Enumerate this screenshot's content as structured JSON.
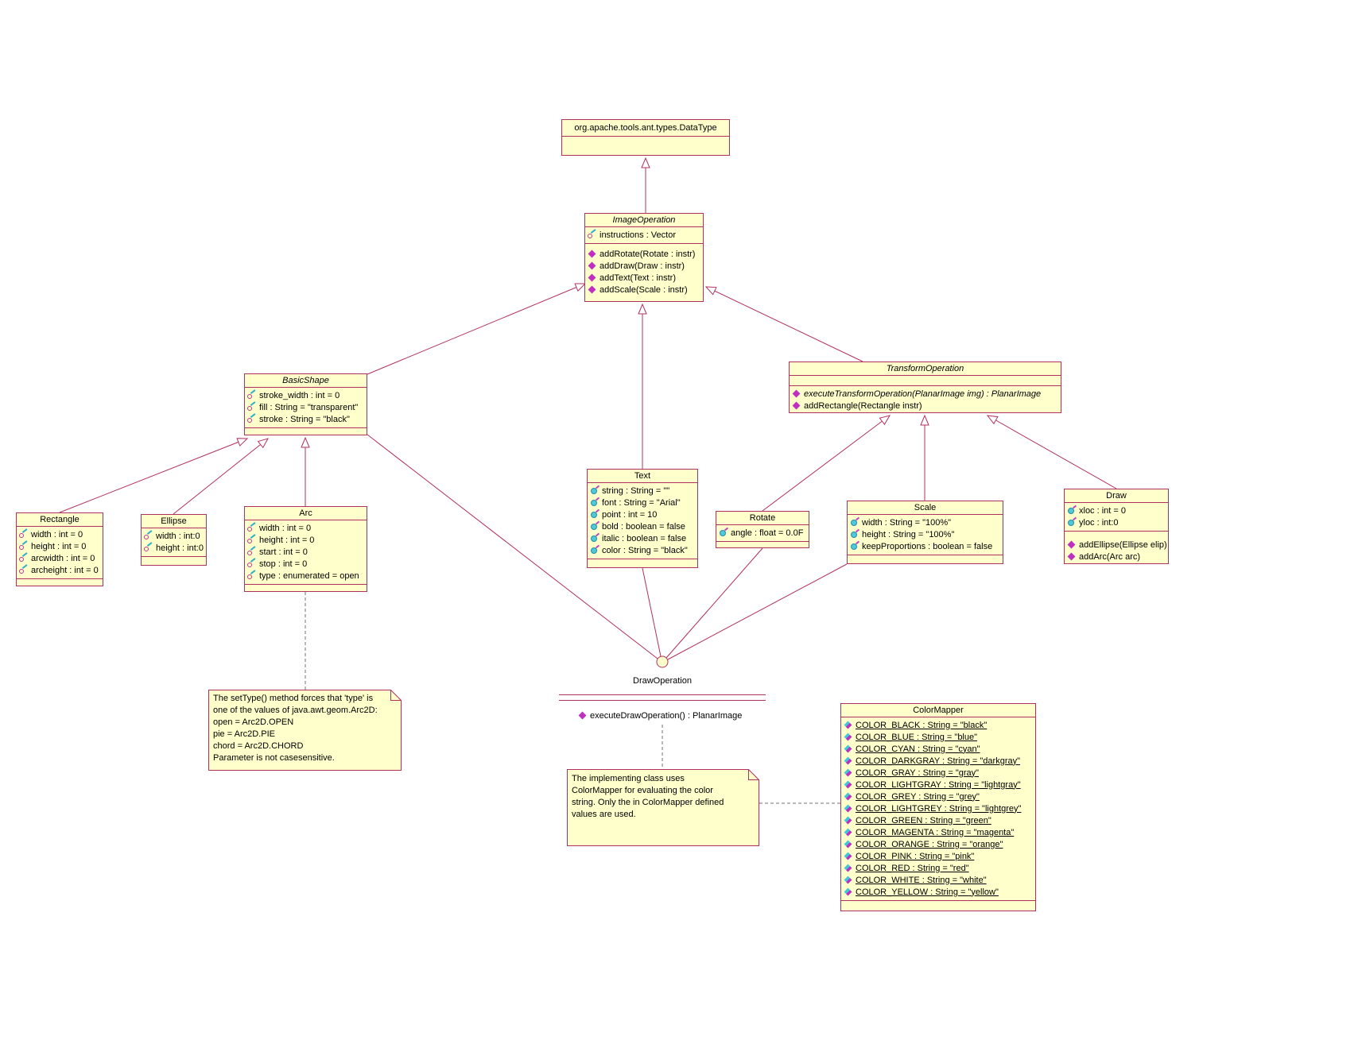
{
  "diagram": {
    "colors": {
      "box_fill": "#ffffcc",
      "line": "#b03060",
      "method_icon": "#c030c0",
      "attr_key_icon": "#c43099",
      "attr_ball_icon": "#50c8d8"
    },
    "classes": {
      "datatype": {
        "title": "org.apache.tools.ant.types.DataType"
      },
      "image_operation": {
        "title": "ImageOperation",
        "attrs": [
          "instructions : Vector"
        ],
        "methods": [
          "addRotate(Rotate : instr)",
          "addDraw(Draw : instr)",
          "addText(Text : instr)",
          "addScale(Scale : instr)"
        ]
      },
      "basic_shape": {
        "title": "BasicShape",
        "attrs": [
          "stroke_width : int = 0",
          "fill : String = \"transparent\"",
          "stroke : String = \"black\""
        ]
      },
      "transform_operation": {
        "title": "TransformOperation",
        "methods": [
          "executeTransformOperation(PlanarImage img) : PlanarImage",
          "addRectangle(Rectangle instr)"
        ]
      },
      "rectangle": {
        "title": "Rectangle",
        "attrs": [
          "width : int = 0",
          "height : int = 0",
          "arcwidth : int = 0",
          "archeight : int = 0"
        ]
      },
      "ellipse": {
        "title": "Ellipse",
        "attrs": [
          "width : int:0",
          "height : int:0"
        ]
      },
      "arc": {
        "title": "Arc",
        "attrs": [
          "width : int = 0",
          "height : int = 0",
          "start : int = 0",
          "stop : int = 0",
          "type : enumerated = open"
        ]
      },
      "text": {
        "title": "Text",
        "attrs": [
          "string : String = \"\"",
          "font : String = \"Arial\"",
          "point : int = 10",
          "bold : boolean = false",
          "italic : boolean = false",
          "color : String = \"black\""
        ]
      },
      "rotate": {
        "title": "Rotate",
        "attrs": [
          "angle : float = 0.0F"
        ]
      },
      "scale": {
        "title": "Scale",
        "attrs": [
          "width : String = \"100%\"",
          "height : String = \"100%\"",
          "keepProportions : boolean = false"
        ]
      },
      "draw": {
        "title": "Draw",
        "attrs": [
          "xloc : int = 0",
          "yloc : int:0"
        ],
        "methods": [
          "addEllipse(Ellipse elip)",
          "addArc(Arc arc)"
        ]
      },
      "color_mapper": {
        "title": "ColorMapper",
        "attrs": [
          "COLOR_BLACK : String = \"black\"",
          "COLOR_BLUE : String = \"blue\"",
          "COLOR_CYAN : String = \"cyan\"",
          "COLOR_DARKGRAY : String = \"darkgray\"",
          "COLOR_GRAY : String = \"gray\"",
          "COLOR_LIGHTGRAY : String = \"lightgray\"",
          "COLOR_GREY : String = \"grey\"",
          "COLOR_LIGHTGREY : String = \"lightgrey\"",
          "COLOR_GREEN : String = \"green\"",
          "COLOR_MAGENTA : String = \"magenta\"",
          "COLOR_ORANGE : String = \"orange\"",
          "COLOR_PINK : String = \"pink\"",
          "COLOR_RED : String = \"red\"",
          "COLOR_WHITE : String = \"white\"",
          "COLOR_YELLOW : String = \"yellow\""
        ]
      }
    },
    "interface": {
      "name": "DrawOperation",
      "method": "executeDrawOperation() : PlanarImage"
    },
    "notes": {
      "settype": {
        "lines": [
          "The setType() method forces that 'type' is",
          "one of the values of java.awt.geom.Arc2D:",
          "open = Arc2D.OPEN",
          "pie = Arc2D.PIE",
          "chord = Arc2D.CHORD",
          "Parameter is not casesensitive."
        ]
      },
      "colormapper": {
        "lines": [
          "The implementing class uses",
          "ColorMapper for evaluating the color",
          "string. Only the in ColorMapper defined",
          "values are used."
        ]
      }
    }
  }
}
